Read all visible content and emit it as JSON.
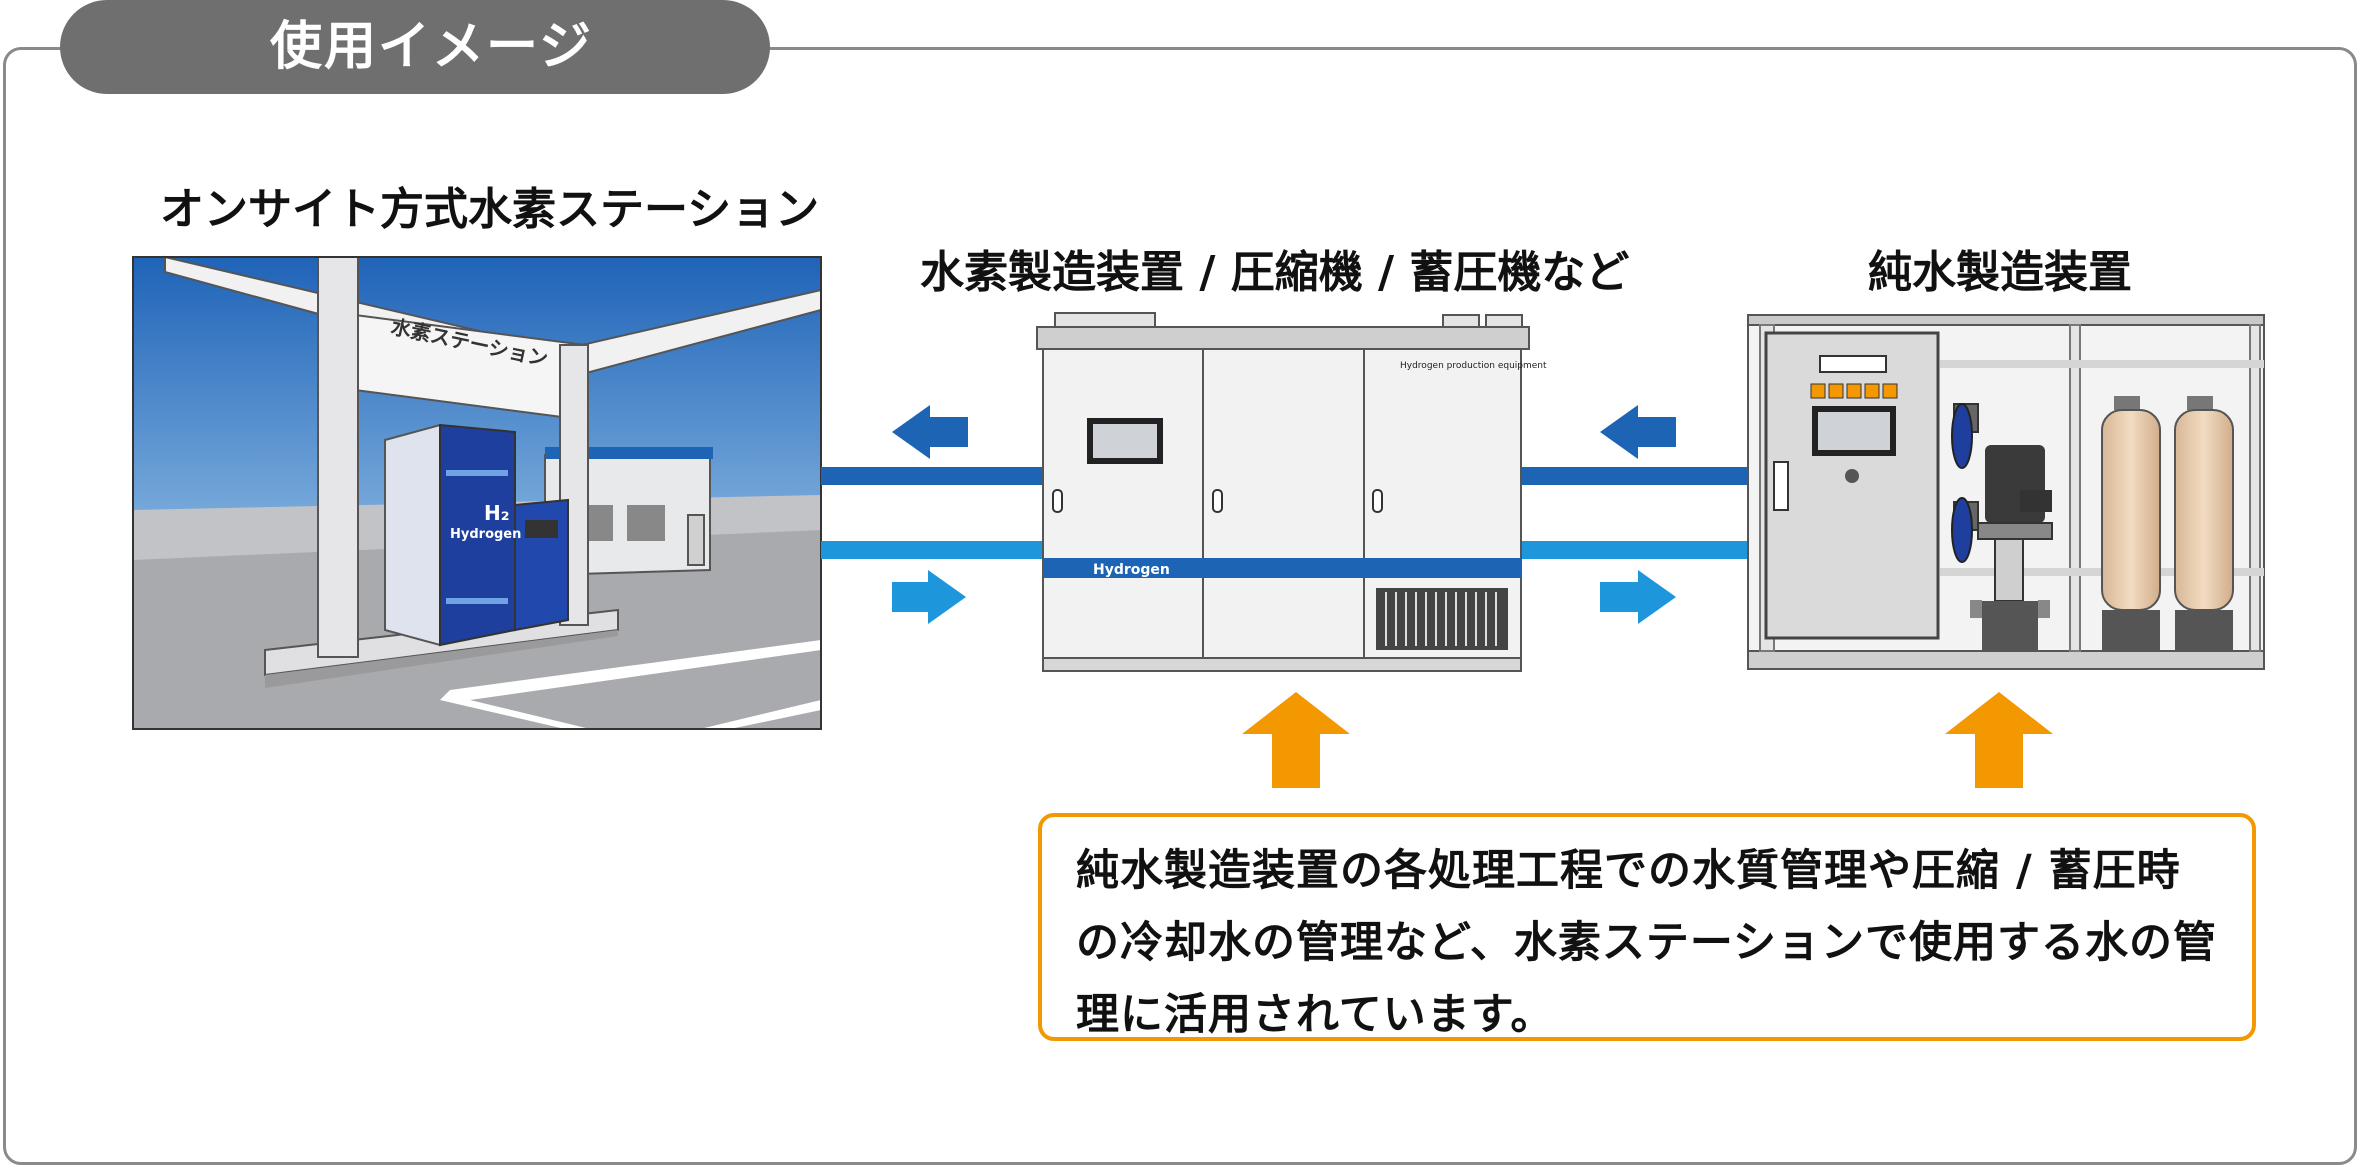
{
  "header": {
    "title": "使用イメージ"
  },
  "sections": {
    "station": {
      "title": "オンサイト方式水素ステーション",
      "canopy_sign": "水素ステーション",
      "dispenser_h2": "H₂",
      "dispenser_label": "Hydrogen"
    },
    "production": {
      "title": "水素製造装置 / 圧縮機 / 蓄圧機など",
      "panel_caption": "Hydrogen production equipment",
      "band_label": "Hydrogen"
    },
    "purewater": {
      "title": "純水製造装置"
    }
  },
  "callout": {
    "text": "純水製造装置の各処理工程での水質管理や圧縮 / 蓄圧時の冷却水の管理など、水素ステーションで使用する水の管理に活用されています。"
  },
  "colors": {
    "header_bg": "#6f6f6f",
    "flow_dark": "#1d64b4",
    "flow_light": "#1e96dc",
    "callout_border": "#f39800",
    "arrow_orange": "#f39800",
    "dispenser_blue": "#1e3f9e"
  }
}
